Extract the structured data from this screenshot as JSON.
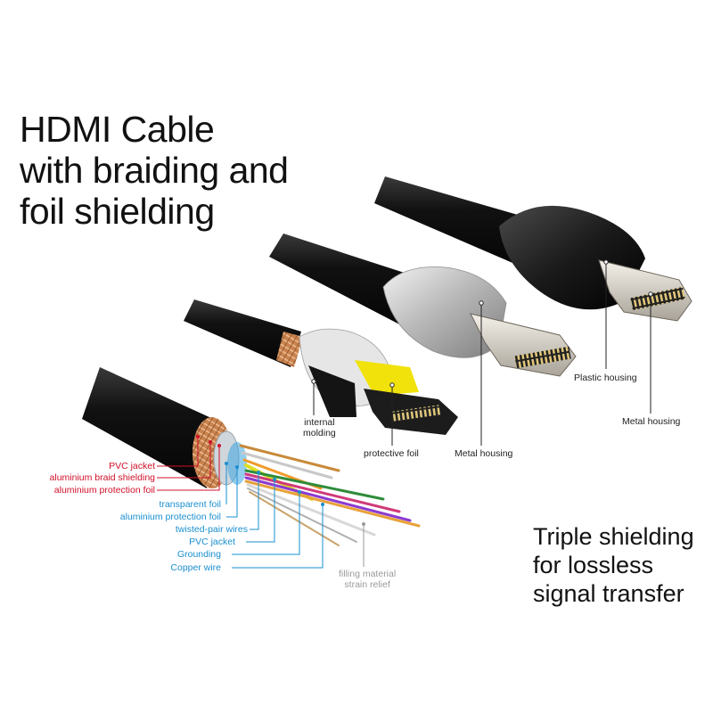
{
  "title": {
    "line1": "HDMI Cable",
    "line2": "with braiding and",
    "line3": "foil shielding"
  },
  "tagline": {
    "line1": "Triple shielding",
    "line2": "for lossless",
    "line3": "signal transfer"
  },
  "labels": {
    "internal_molding_1": "internal",
    "internal_molding_2": "molding",
    "protective_foil": "protective foil",
    "metal_housing_middle": "Metal housing",
    "plastic_housing": "Plastic housing",
    "metal_housing_right": "Metal housing",
    "pvc_jacket_outer": "PVC jacket",
    "aluminium_braid_shielding": "aluminium braid shielding",
    "aluminium_protection_foil_outer": "aluminium protection foil",
    "transparent_foil": "transparent foil",
    "aluminium_protection_foil_inner": "aluminium protection foil",
    "twisted_pair_wires": "twisted-pair wires",
    "pvc_jacket_inner": "PVC jacket",
    "grounding": "Grounding",
    "copper_wire": "Copper wire",
    "filling_material": "filling material",
    "strain_relief": "strain relief"
  },
  "colors": {
    "red_labels": "#d0102a",
    "blue_labels": "#1a8fd0",
    "gray_labels": "#9a9a9a",
    "cable_black": "#151515",
    "braid_copper": "#c9834e",
    "housing_silver": "#bdbdbd",
    "connector_gold": "#d8c9a0"
  }
}
